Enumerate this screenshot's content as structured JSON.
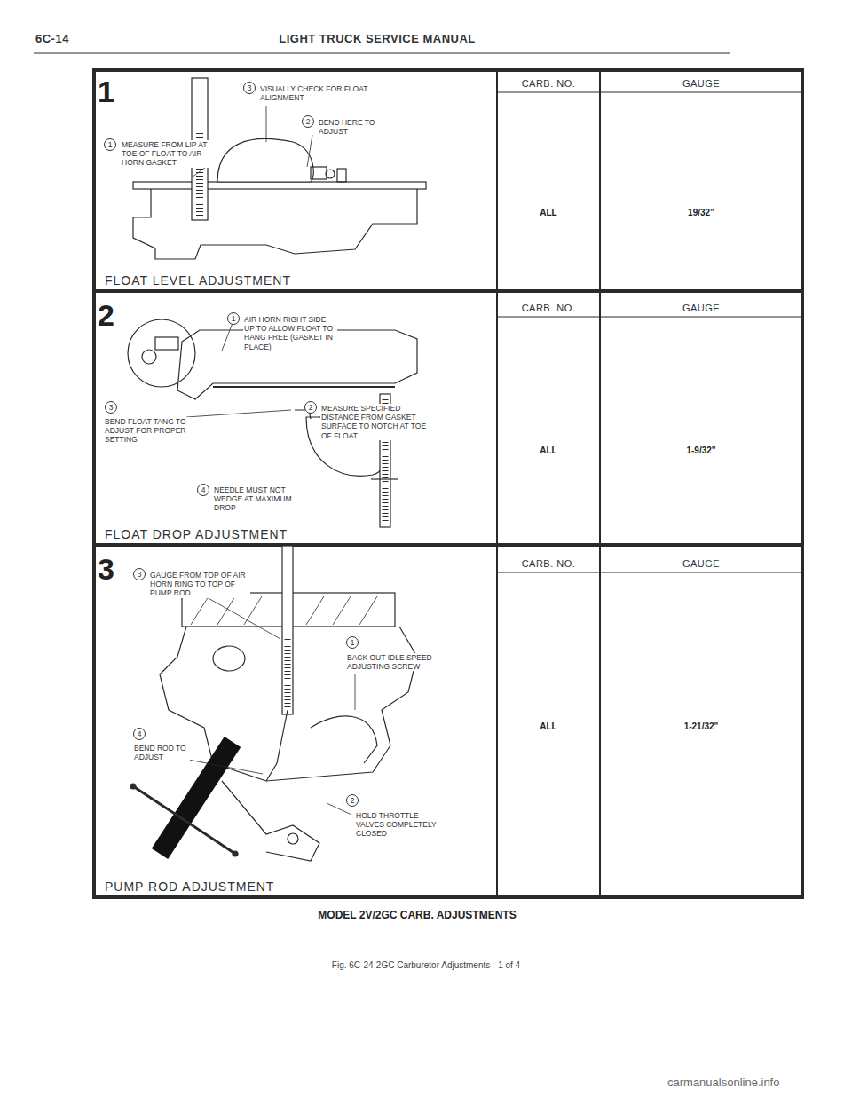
{
  "diagram": {
    "title": "LIGHT TRUCK SERVICE MANUAL",
    "caption": "MODEL 2V/2GC CARB. ADJUSTMENTS",
    "nodes": [
      {
        "text": [
          "FLOAT LEVEL ADJUSTMENT"
        ]
      },
      {
        "text": [
          "FLOAT DROP ADJUSTMENT"
        ]
      },
      {
        "text": [
          "PUMP ROD ADJUSTMENT"
        ]
      }
    ],
    "labels": [
      "6C-14",
      "1",
      "3",
      "VISUALLY CHECK FOR FLOAT ALIGNMENT",
      "1",
      "MEASURE FROM LIP AT TOE OF FLOAT TO AIR HORN GASKET",
      "2",
      "BEND HERE TO ADJUST",
      "CARB. NO.",
      "GAUGE",
      "ALL",
      "19/32\"",
      "2",
      "1",
      "AIR HORN RIGHT SIDE UP TO ALLOW FLOAT TO HANG FREE (GASKET IN PLACE)",
      "3",
      "BEND FLOAT TANG TO ADJUST FOR PROPER SETTING",
      "2",
      "MEASURE SPECIFIED DISTANCE FROM GASKET SURFACE TO NOTCH AT TOE OF FLOAT",
      "4",
      "NEEDLE MUST NOT WEDGE AT MAXIMUM DROP",
      "CARB. NO.",
      "GAUGE",
      "ALL",
      "1-9/32\"",
      "3",
      "3",
      "GAUGE FROM TOP OF AIR HORN RING TO TOP OF PUMP ROD",
      "1",
      "BACK OUT IDLE SPEED ADJUSTING SCREW",
      "4",
      "BEND ROD TO ADJUST",
      "2",
      "HOLD THROTTLE VALVES COMPLETELY CLOSED",
      "CARB. NO.",
      "GAUGE",
      "ALL",
      "1-21/32\"",
      "Fig. 6C-24-2GC Carburetor Adjustments - 1 of 4",
      "carmanualsonline.info"
    ]
  }
}
